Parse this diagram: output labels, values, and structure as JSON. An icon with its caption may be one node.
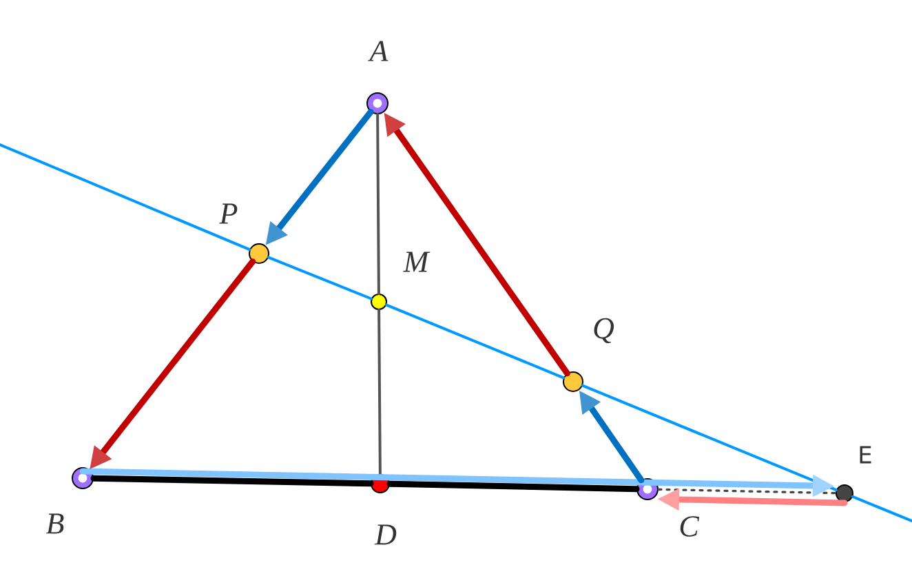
{
  "diagram": {
    "nodes": [
      {
        "text": [
          "A"
        ]
      },
      {
        "text": [
          "B"
        ]
      },
      {
        "text": [
          "C"
        ]
      },
      {
        "text": [
          "D"
        ]
      },
      {
        "text": [
          "P"
        ]
      },
      {
        "text": [
          "M"
        ]
      },
      {
        "text": [
          "Q"
        ]
      },
      {
        "text": [
          "E"
        ]
      }
    ],
    "edges": [
      {
        "from": 0,
        "to": 4,
        "arrow": "to",
        "style": "thick",
        "color": "#0070c0"
      },
      {
        "from": 4,
        "to": 1,
        "arrow": "to",
        "style": "thick",
        "color": "#c00000"
      },
      {
        "from": 2,
        "to": 6,
        "arrow": "to",
        "style": "thick",
        "color": "#0070c0"
      },
      {
        "from": 6,
        "to": 0,
        "arrow": "to",
        "style": "thick",
        "color": "#c00000"
      },
      {
        "from": 1,
        "to": 7,
        "arrow": "to",
        "style": "thick",
        "color": "#80c4ff"
      },
      {
        "from": 7,
        "to": 2,
        "arrow": "to",
        "style": "thick",
        "color": "#ff8080"
      },
      {
        "from": 2,
        "to": 7,
        "arrow": "none",
        "style": "dashed",
        "color": "#444444"
      },
      {
        "from": 1,
        "to": 3,
        "arrow": "none",
        "style": "thick",
        "color": "#000000"
      },
      {
        "from": 3,
        "to": 2,
        "arrow": "none",
        "style": "thick",
        "color": "#000000"
      },
      {
        "from": 0,
        "to": 5,
        "arrow": "none",
        "color": "#555555"
      },
      {
        "from": 5,
        "to": 3,
        "arrow": "none",
        "color": "#555555"
      },
      {
        "from": null,
        "to": 4,
        "arrow": "none",
        "color": "#0099ff"
      },
      {
        "from": 4,
        "to": 5,
        "arrow": "none",
        "color": "#0099ff"
      },
      {
        "from": 5,
        "to": 6,
        "arrow": "none",
        "color": "#0099ff"
      },
      {
        "from": 6,
        "to": 7,
        "arrow": "none",
        "color": "#0099ff"
      },
      {
        "from": 7,
        "to": null,
        "arrow": "none",
        "color": "#0099ff"
      }
    ]
  }
}
